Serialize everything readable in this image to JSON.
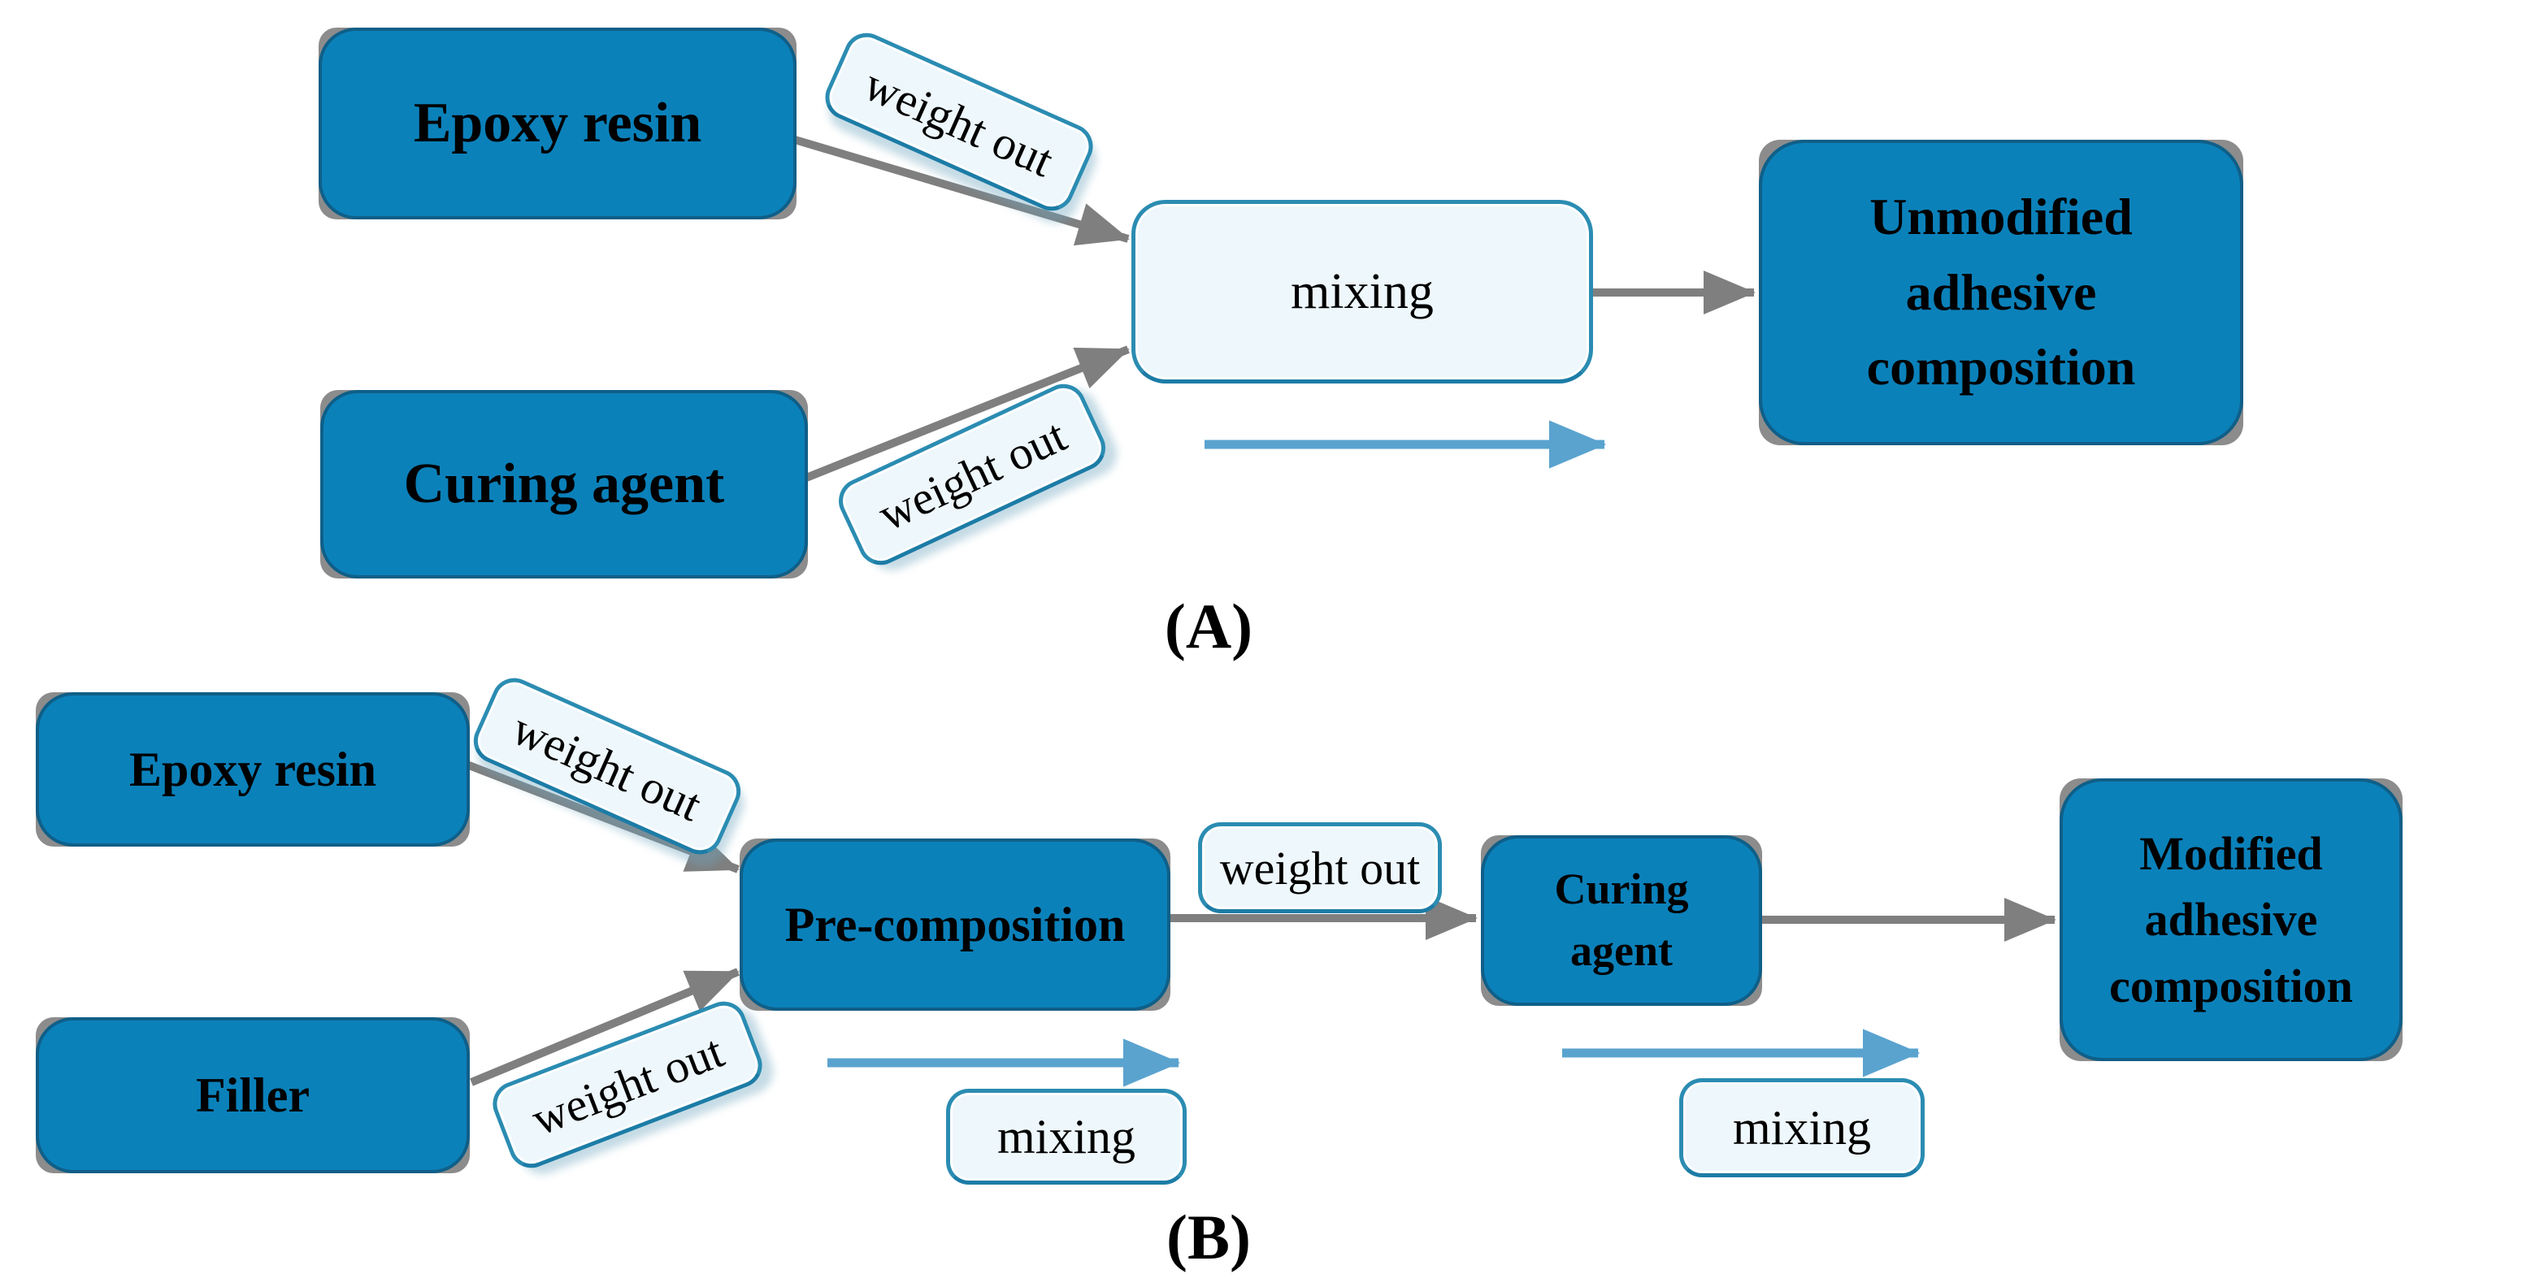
{
  "figure": {
    "panel_a": {
      "caption": "(A)",
      "box_epoxy": "Epoxy resin",
      "box_curing": "Curing agent",
      "box_mixing": "mixing",
      "label_weight_out_top": "weight out",
      "label_weight_out_bottom": "weight out",
      "box_result": "Unmodified adhesive composition"
    },
    "panel_b": {
      "caption": "(B)",
      "box_epoxy": "Epoxy resin",
      "box_filler": "Filler",
      "box_precomposition": "Pre-composition",
      "label_weight_out_top": "weight out",
      "label_weight_out_bottom": "weight out",
      "label_weight_out_mid": "weight out",
      "box_curing": "Curing agent",
      "label_mixing_left": "mixing",
      "label_mixing_right": "mixing",
      "box_result": "Modified adhesive composition"
    },
    "edges": [
      {
        "panel": "A",
        "from": "Epoxy resin",
        "to": "mixing",
        "via": "weight out",
        "style": "gray"
      },
      {
        "panel": "A",
        "from": "Curing agent",
        "to": "mixing",
        "via": "weight out",
        "style": "gray"
      },
      {
        "panel": "A",
        "from": "mixing",
        "to": "Unmodified adhesive composition",
        "style": "gray"
      },
      {
        "panel": "A",
        "from": "mixing",
        "direction": "progress",
        "style": "blue"
      },
      {
        "panel": "B",
        "from": "Epoxy resin",
        "to": "Pre-composition",
        "via": "weight out",
        "style": "gray"
      },
      {
        "panel": "B",
        "from": "Filler",
        "to": "Pre-composition",
        "via": "weight out",
        "style": "gray"
      },
      {
        "panel": "B",
        "from": "Pre-composition",
        "to": "Curing agent",
        "via": "weight out",
        "style": "gray"
      },
      {
        "panel": "B",
        "from": "Curing agent",
        "to": "Modified adhesive composition",
        "style": "gray"
      },
      {
        "panel": "B",
        "under": "Pre-composition",
        "label": "mixing",
        "direction": "progress",
        "style": "blue"
      },
      {
        "panel": "B",
        "under": "Curing agent",
        "label": "mixing",
        "direction": "progress",
        "style": "blue"
      }
    ]
  },
  "colors": {
    "box_fill": "#0b81ba",
    "box_edge": "#0f5f88",
    "box_shadow_gray": "#8c8c8c",
    "label_fill": "#eef7fb",
    "label_border": "#2b8cb2",
    "label_border_dark": "#1c7ca6",
    "arrow_gray": "#7f7f7f",
    "arrow_blue": "#5aa3cf",
    "text": "#000000"
  }
}
